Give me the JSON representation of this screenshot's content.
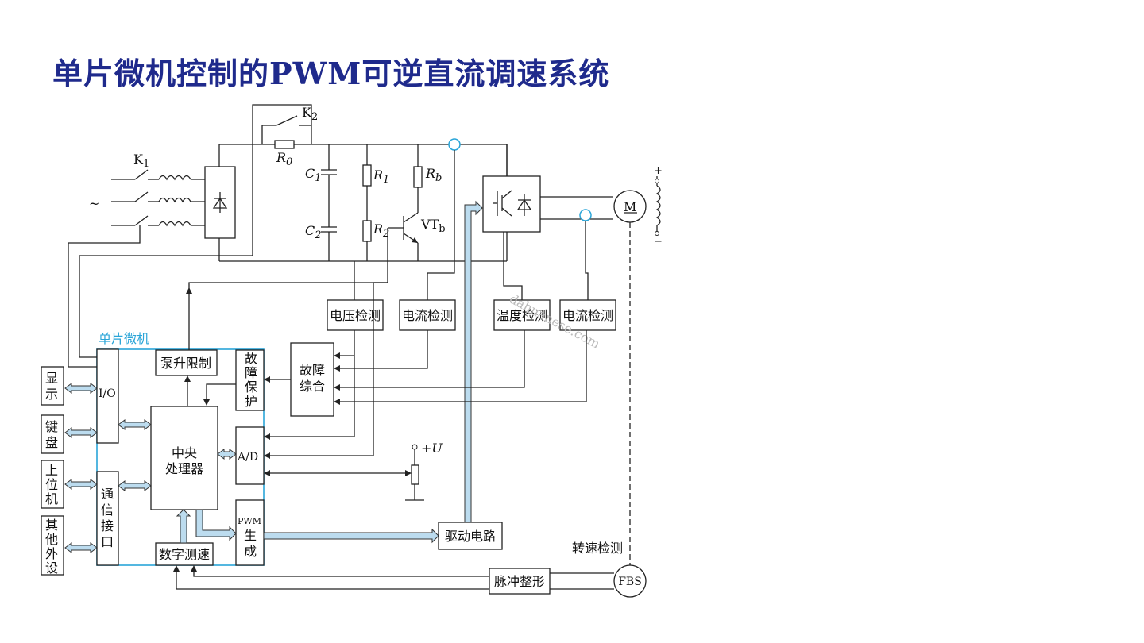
{
  "title": "单片微机控制的PWM可逆直流调速系统",
  "diagram": {
    "mcu_label": "单片微机",
    "blocks": {
      "io": "I/O",
      "pump_limit": "泵升限制",
      "fault_protect": [
        "故",
        "障",
        "保",
        "护"
      ],
      "fault_combine": [
        "故障",
        "综合"
      ],
      "cpu": [
        "中央",
        "处理器"
      ],
      "adc": "A/D",
      "comm": [
        "通",
        "信",
        "接",
        "口"
      ],
      "pwm": [
        "PWM",
        "生",
        "成"
      ],
      "digital_speed": "数字测速",
      "voltage_detect": "电压检测",
      "current_detect_1": "电流检测",
      "temp_detect": "温度检测",
      "current_detect_2": "电流检测",
      "drive": "驱动电路",
      "pulse_shape": "脉冲整形",
      "speed_detect": "转速检测",
      "fbs": "FBS",
      "motor": "M"
    },
    "peripherals": [
      [
        "显",
        "示"
      ],
      [
        "键",
        "盘"
      ],
      [
        "上",
        "位",
        "机"
      ],
      [
        "其",
        "他",
        "外",
        "设"
      ]
    ],
    "components": {
      "k1": "K",
      "k1_sub": "1",
      "k2": "K",
      "k2_sub": "2",
      "r0": "R",
      "r0_sub": "0",
      "c1": "C",
      "c1_sub": "1",
      "c2": "C",
      "c2_sub": "2",
      "r1": "R",
      "r1_sub": "1",
      "r2": "R",
      "r2_sub": "2",
      "rb": "R",
      "rb_sub": "b",
      "vtb": "VT",
      "vtb_sub": "b",
      "ac": "~",
      "plus_u": "+U",
      "plus": "+",
      "minus": "−"
    },
    "watermark": "dahuanese.com",
    "colors": {
      "title": "#1f2a8c",
      "mcu_border": "#2aa5d8",
      "bus_fill": "#bcdcef"
    }
  }
}
